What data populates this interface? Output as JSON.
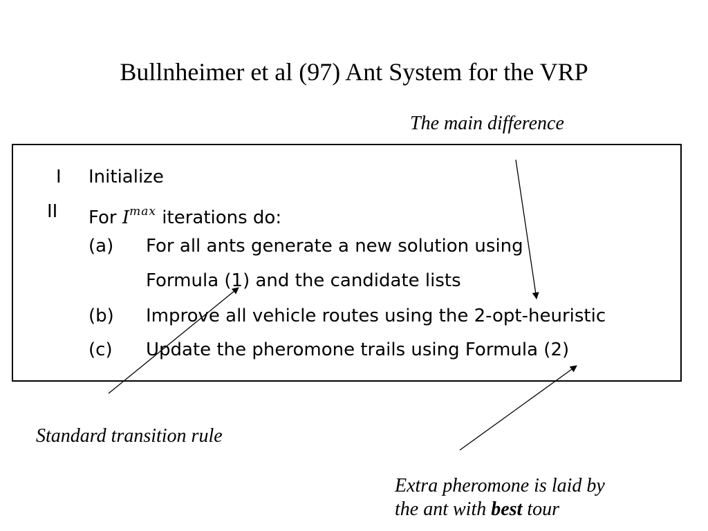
{
  "title": "Bullnheimer et al (97) Ant System for the VRP",
  "annotations": {
    "main_difference": "The main difference",
    "standard_rule": "Standard transition rule",
    "extra_line1": "Extra pheromone is laid by",
    "extra_line2_pre": "the ant with ",
    "extra_line2_bold": "best",
    "extra_line2_post": " tour"
  },
  "algorithm": {
    "step1": {
      "num": "I",
      "text": "Initialize"
    },
    "step2": {
      "num": "II",
      "text_pre": "For ",
      "math_base": "I",
      "math_sup": "max",
      "text_post": " iterations do:"
    },
    "sub_a": {
      "label": "(a)",
      "line1": "For all ants generate a new solution using",
      "line2": "Formula (1) and the candidate lists"
    },
    "sub_b": {
      "label": "(b)",
      "text": "Improve all vehicle routes using the 2-opt-heuristic"
    },
    "sub_c": {
      "label": "(c)",
      "text": "Update the pheromone trails using Formula (2)"
    }
  }
}
